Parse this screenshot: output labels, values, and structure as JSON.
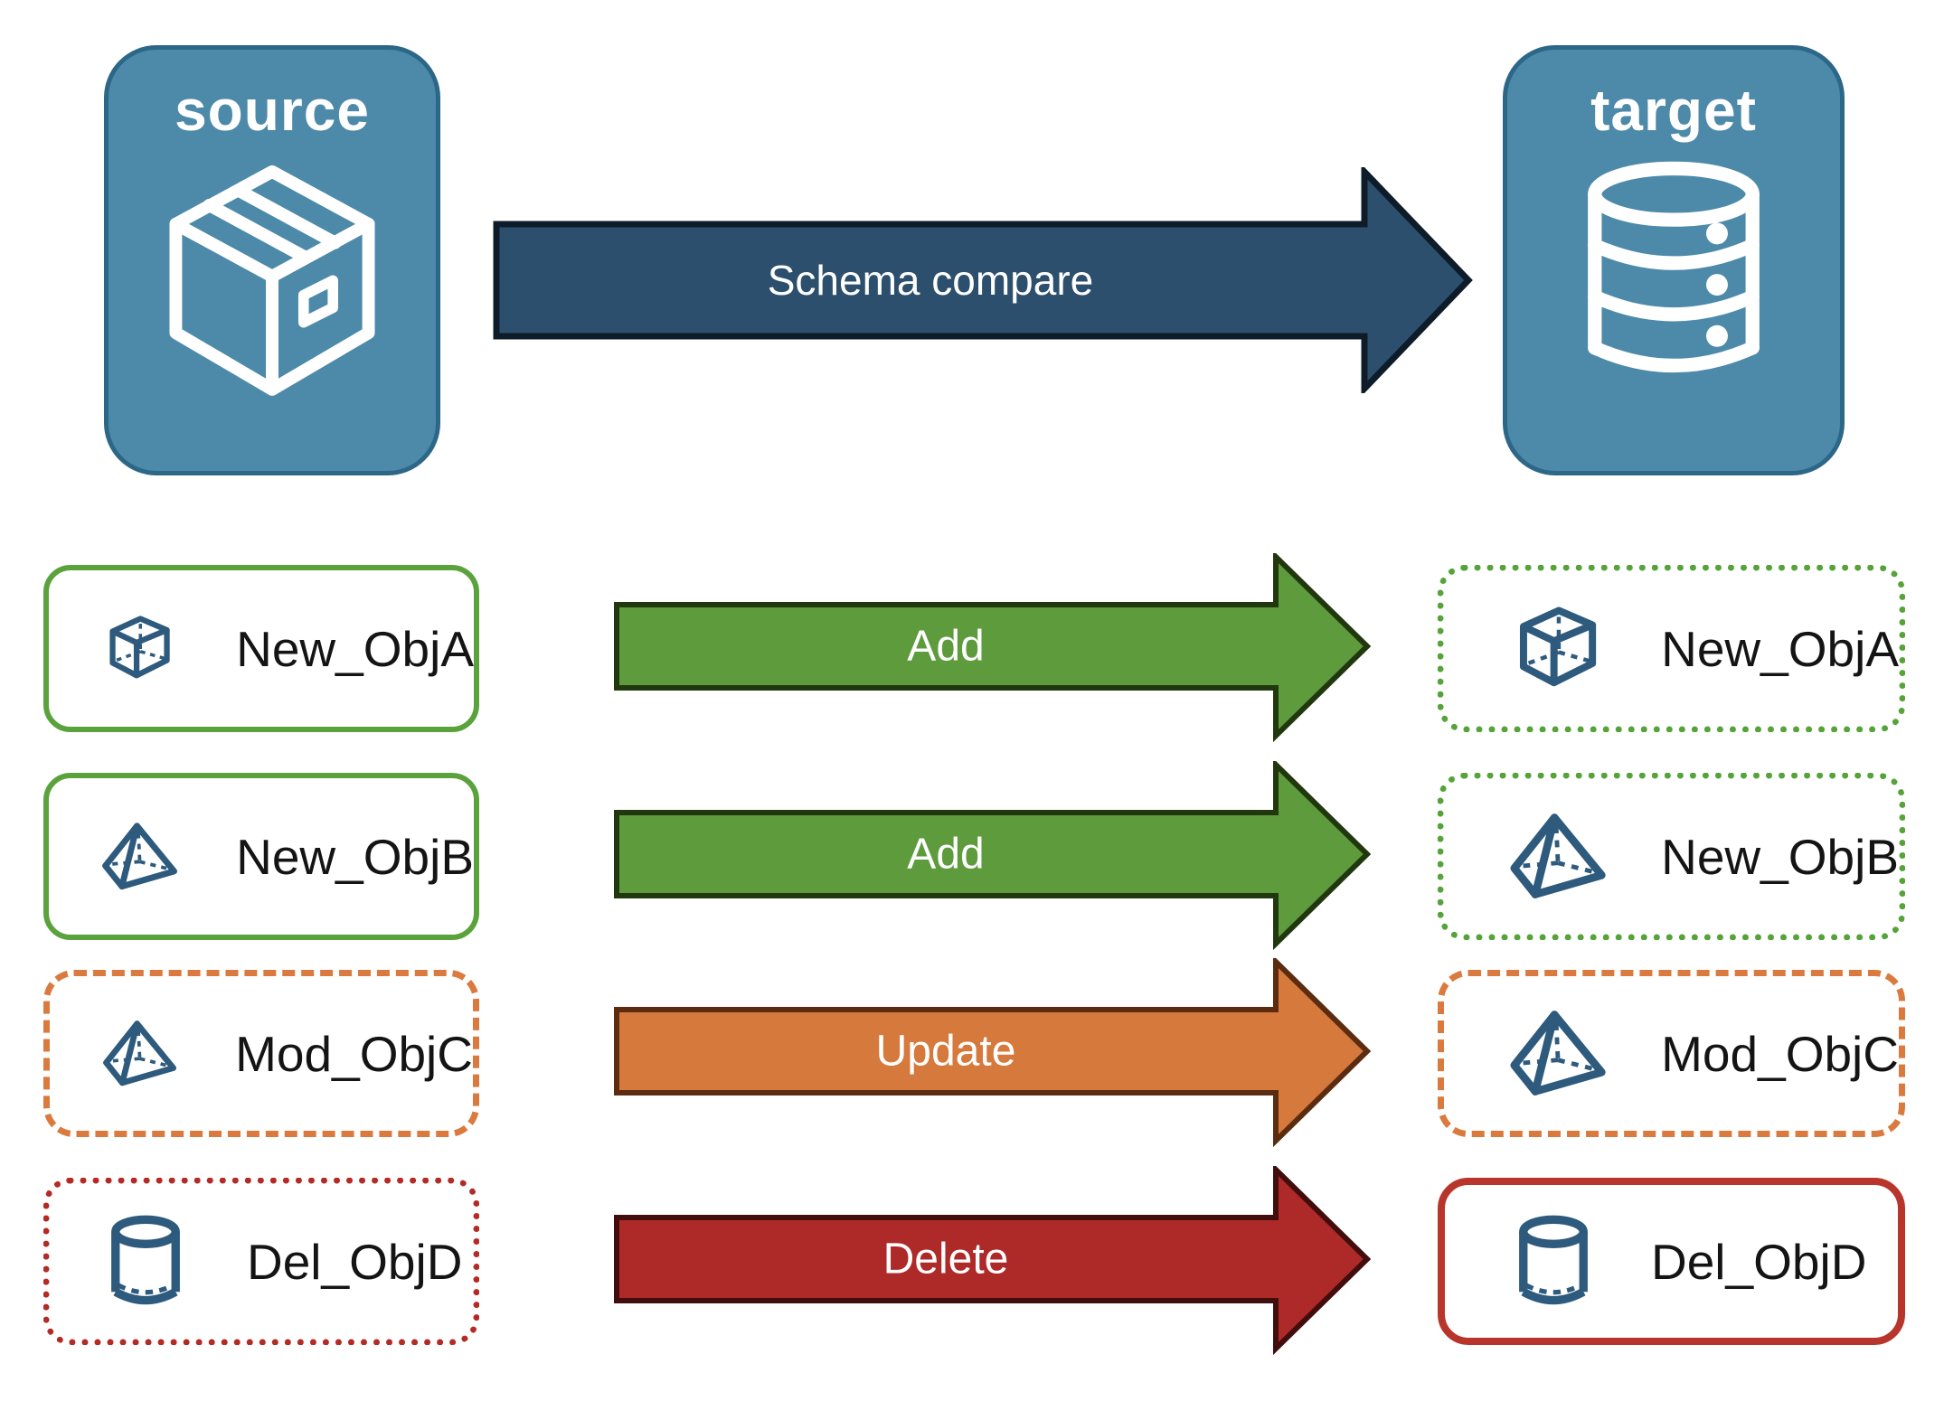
{
  "panels": {
    "source": {
      "label": "source",
      "icon": "package-box-icon"
    },
    "target": {
      "label": "target",
      "icon": "database-icon"
    }
  },
  "main_arrow": {
    "label": "Schema compare",
    "fill": "#2d4f6e",
    "outline": "#0e1c29"
  },
  "rows": [
    {
      "object": "New_ObjA",
      "icon": "cube-icon",
      "action": "Add",
      "change": "new",
      "source_border": "solid-green",
      "target_border": "dotted-green",
      "arrow_fill": "#5d9b3d"
    },
    {
      "object": "New_ObjB",
      "icon": "pyramid-icon",
      "action": "Add",
      "change": "new",
      "source_border": "solid-green",
      "target_border": "dotted-green",
      "arrow_fill": "#5d9b3d"
    },
    {
      "object": "Mod_ObjC",
      "icon": "pyramid-icon",
      "action": "Update",
      "change": "modified",
      "source_border": "dashed-orange",
      "target_border": "dashed-orange",
      "arrow_fill": "#d6793c"
    },
    {
      "object": "Del_ObjD",
      "icon": "cylinder-icon",
      "action": "Delete",
      "change": "deleted",
      "source_border": "dotted-red",
      "target_border": "solid-red",
      "arrow_fill": "#ae2a28"
    }
  ],
  "colors": {
    "panel_fill": "#4d8aa9",
    "panel_border": "#2c6787",
    "main_arrow_fill": "#2d4f6e",
    "add_arrow_fill": "#5d9b3d",
    "update_arrow_fill": "#d6793c",
    "delete_arrow_fill": "#ae2a28",
    "new_border_green": "#5aa33c",
    "modified_border_orange": "#da7a3e",
    "deleted_border_red": "#b42a24",
    "object_icon_stroke": "#2d5a7d",
    "panel_icon_stroke": "#ffffff"
  }
}
